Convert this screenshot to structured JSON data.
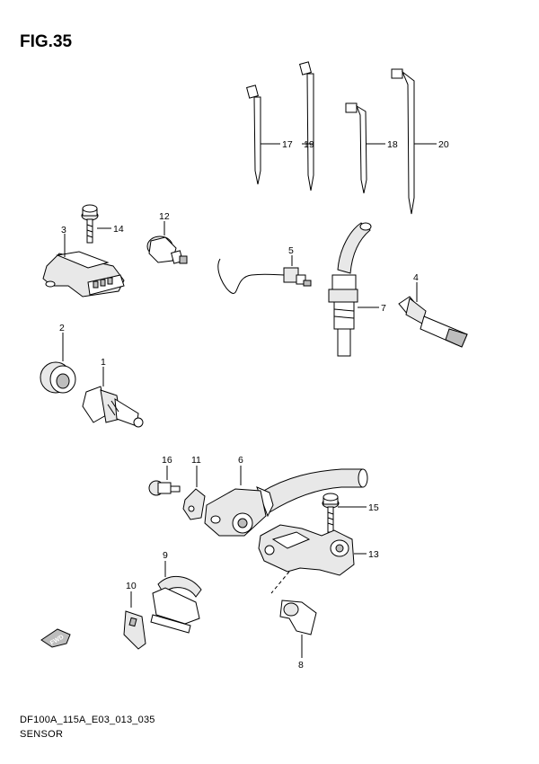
{
  "figure": {
    "title": "FIG.35",
    "code": "DF100A_115A_E03_013_035",
    "name": "SENSOR"
  },
  "parts": [
    {
      "id": "1",
      "label": "1"
    },
    {
      "id": "2",
      "label": "2"
    },
    {
      "id": "3",
      "label": "3"
    },
    {
      "id": "4",
      "label": "4"
    },
    {
      "id": "5",
      "label": "5"
    },
    {
      "id": "6",
      "label": "6"
    },
    {
      "id": "7",
      "label": "7"
    },
    {
      "id": "8",
      "label": "8"
    },
    {
      "id": "9",
      "label": "9"
    },
    {
      "id": "10",
      "label": "10"
    },
    {
      "id": "11",
      "label": "11"
    },
    {
      "id": "12",
      "label": "12"
    },
    {
      "id": "13",
      "label": "13"
    },
    {
      "id": "14",
      "label": "14"
    },
    {
      "id": "15",
      "label": "15"
    },
    {
      "id": "16",
      "label": "16"
    },
    {
      "id": "17",
      "label": "17"
    },
    {
      "id": "18",
      "label": "18"
    },
    {
      "id": "19",
      "label": "19"
    },
    {
      "id": "20",
      "label": "20"
    }
  ],
  "direction_badge": {
    "label": "FWD"
  }
}
